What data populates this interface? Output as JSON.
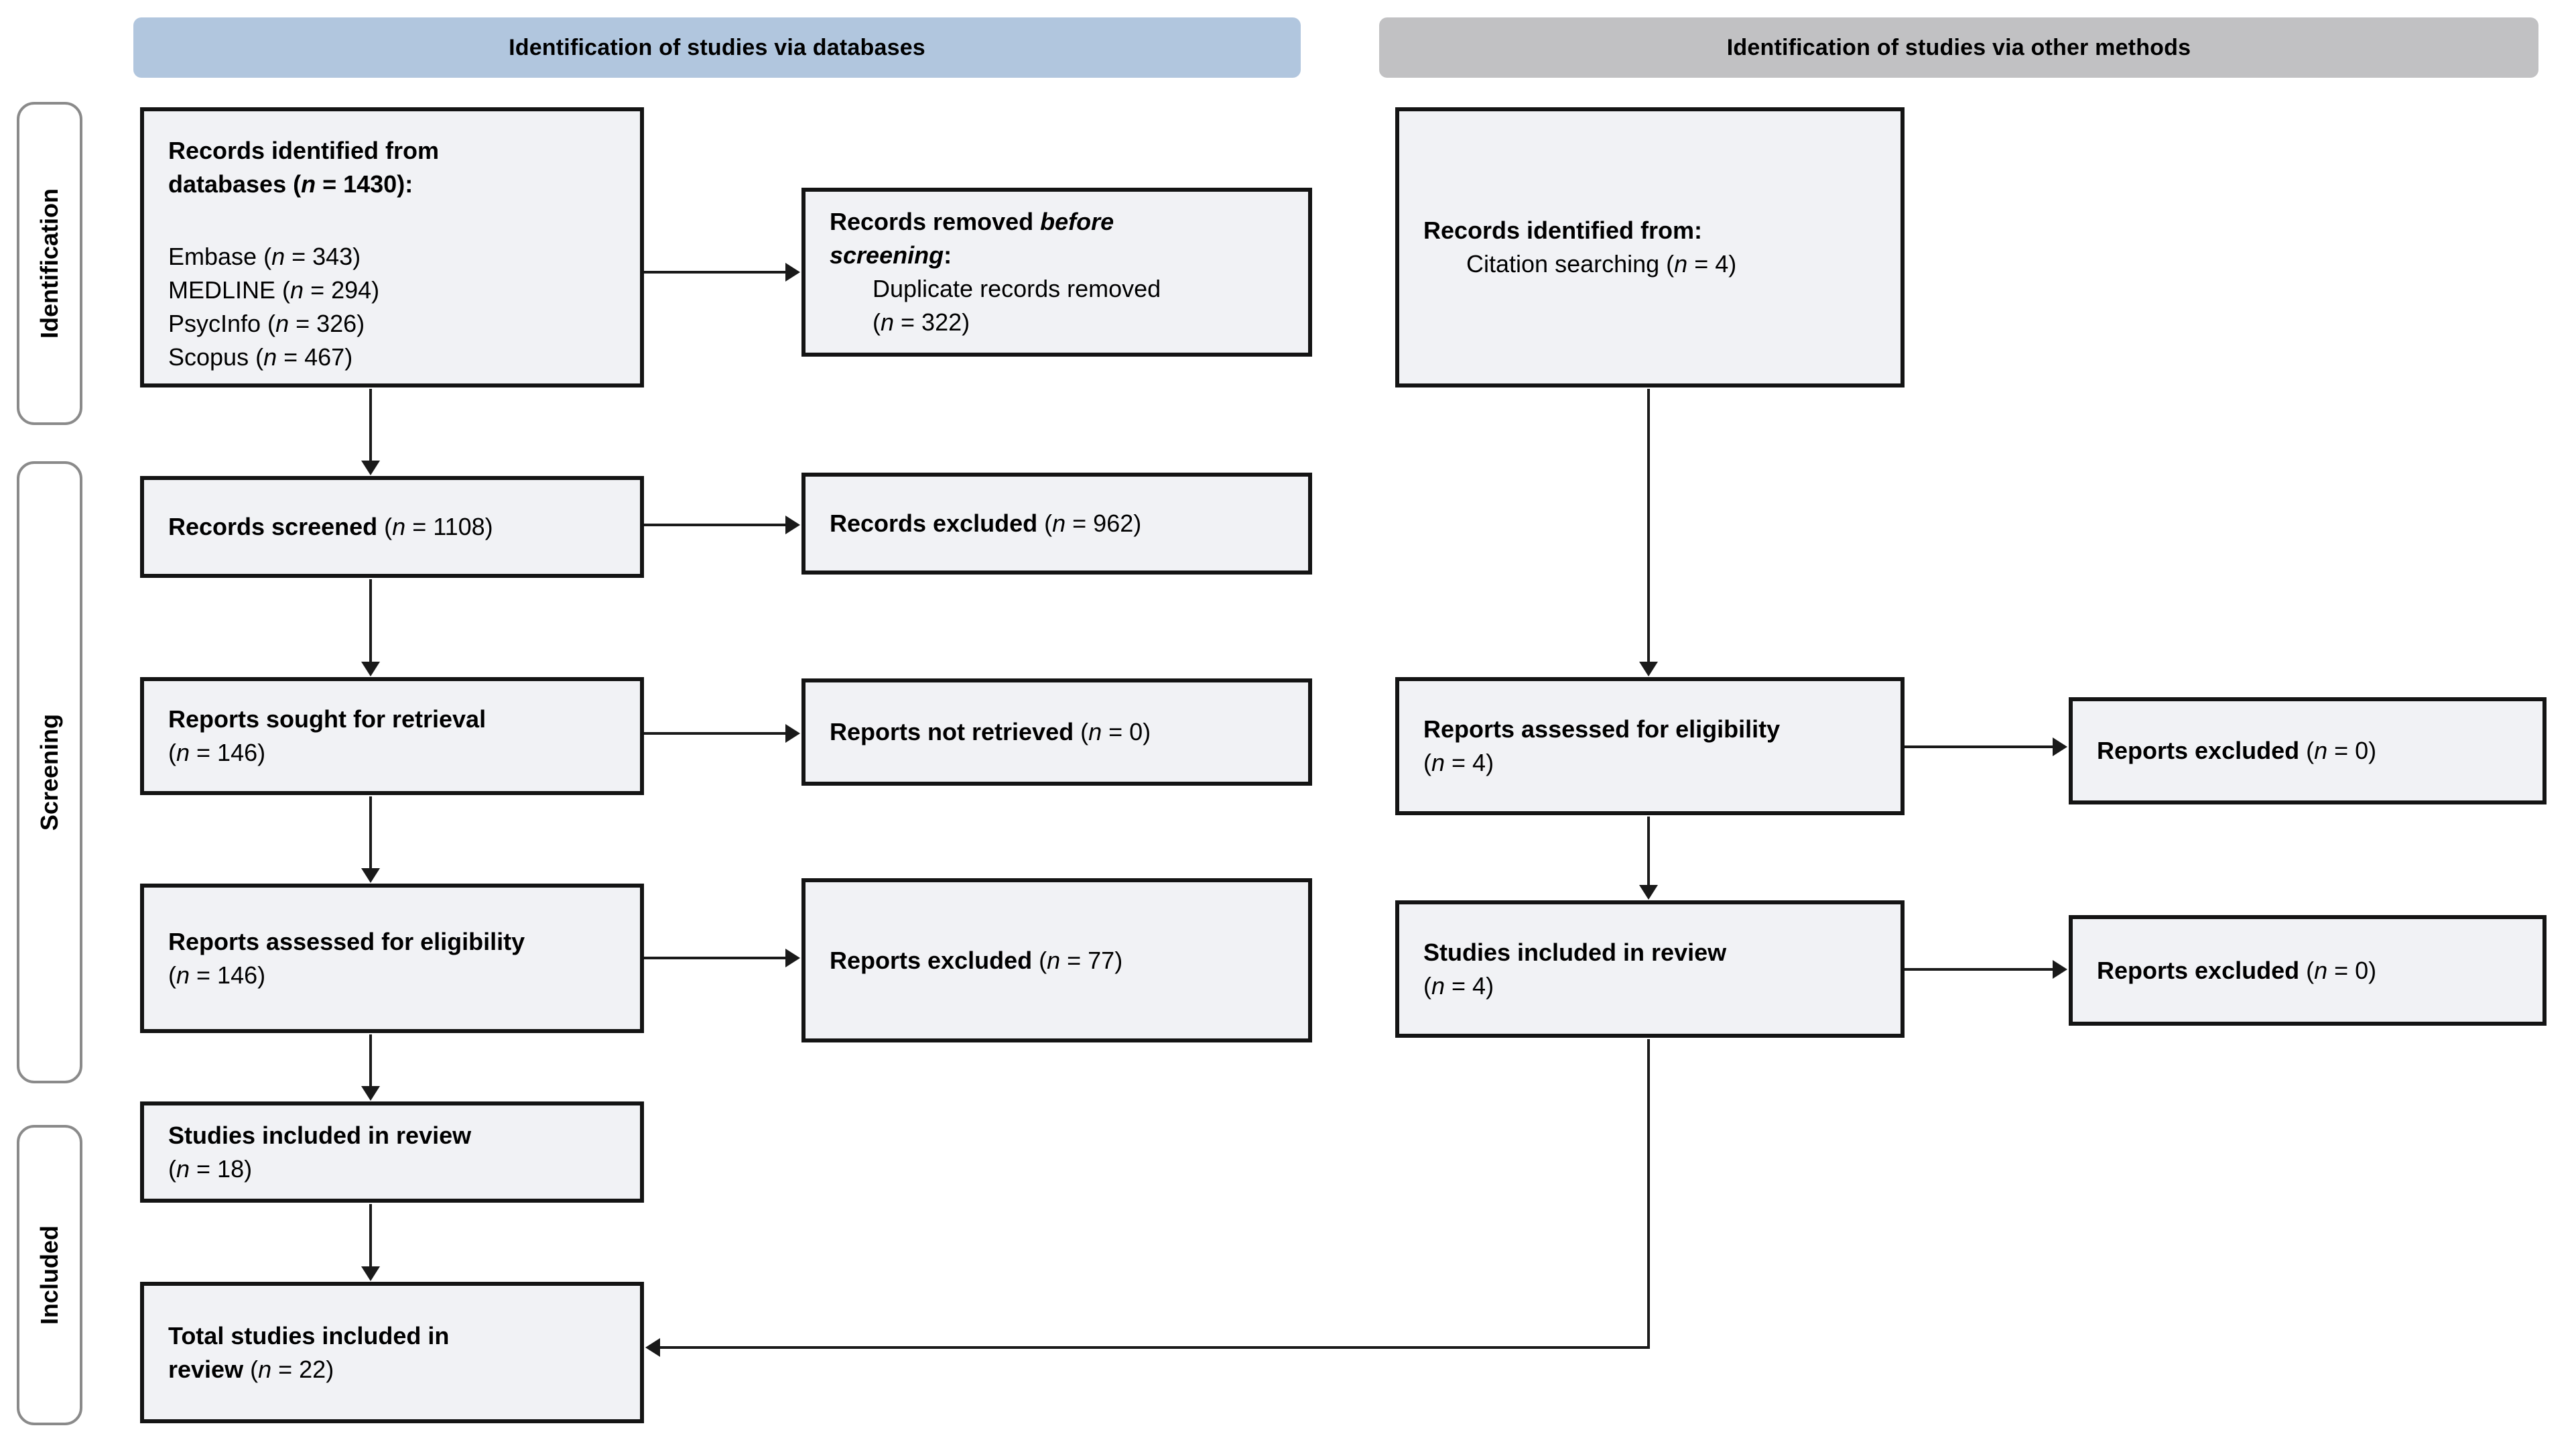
{
  "headers": {
    "databases": "Identification of studies via databases",
    "other_methods": "Identification of studies via other methods"
  },
  "stages": {
    "identification": "Identification",
    "screening": "Screening",
    "included": "Included"
  },
  "colors": {
    "header_databases_bg": "#b1c6de",
    "header_other_bg": "#c1c1c3",
    "box_fill": "#f1f2f5",
    "box_border": "#141414",
    "stage_box_border": "#8a8a8a",
    "arrow": "#1a1a1a",
    "text": "#000000",
    "page_bg": "#ffffff"
  },
  "boxes": {
    "db_identified": {
      "lines": [
        {
          "seg": [
            {
              "t": "Records identified from",
              "s": "b"
            }
          ]
        },
        {
          "seg": [
            {
              "t": "databases (",
              "s": "b"
            },
            {
              "t": "n",
              "s": "bi"
            },
            {
              "t": " = 1430):",
              "s": "b"
            }
          ]
        },
        {
          "gap": 1,
          "seg": [
            {
              "t": "Embase (",
              "s": "r"
            },
            {
              "t": "n",
              "s": "i"
            },
            {
              "t": " = 343)",
              "s": "r"
            }
          ]
        },
        {
          "seg": [
            {
              "t": "MEDLINE (",
              "s": "r"
            },
            {
              "t": "n",
              "s": "i"
            },
            {
              "t": " = 294)",
              "s": "r"
            }
          ]
        },
        {
          "seg": [
            {
              "t": "PsycInfo (",
              "s": "r"
            },
            {
              "t": "n",
              "s": "i"
            },
            {
              "t": " = 326)",
              "s": "r"
            }
          ]
        },
        {
          "seg": [
            {
              "t": "Scopus (",
              "s": "r"
            },
            {
              "t": "n",
              "s": "i"
            },
            {
              "t": " = 467)",
              "s": "r"
            }
          ]
        }
      ]
    },
    "removed_before_screening": {
      "lines": [
        {
          "seg": [
            {
              "t": "Records removed ",
              "s": "b"
            },
            {
              "t": "before",
              "s": "bi"
            }
          ]
        },
        {
          "seg": [
            {
              "t": "screening",
              "s": "bi"
            },
            {
              "t": ":",
              "s": "b"
            }
          ]
        },
        {
          "ind": 1,
          "seg": [
            {
              "t": "Duplicate records removed",
              "s": "r"
            }
          ]
        },
        {
          "ind": 1,
          "seg": [
            {
              "t": "(",
              "s": "r"
            },
            {
              "t": "n",
              "s": "i"
            },
            {
              "t": " = 322)",
              "s": "r"
            }
          ]
        }
      ]
    },
    "other_identified": {
      "lines": [
        {
          "seg": [
            {
              "t": "Records identified from:",
              "s": "b"
            }
          ]
        },
        {
          "ind": 1,
          "seg": [
            {
              "t": "Citation searching (",
              "s": "r"
            },
            {
              "t": "n",
              "s": "i"
            },
            {
              "t": " = 4)",
              "s": "r"
            }
          ]
        }
      ]
    },
    "records_screened": {
      "lines": [
        {
          "seg": [
            {
              "t": "Records screened ",
              "s": "b"
            },
            {
              "t": "(",
              "s": "r"
            },
            {
              "t": "n",
              "s": "i"
            },
            {
              "t": " = 1108)",
              "s": "r"
            }
          ]
        }
      ]
    },
    "records_excluded": {
      "lines": [
        {
          "seg": [
            {
              "t": "Records excluded ",
              "s": "b"
            },
            {
              "t": "(",
              "s": "r"
            },
            {
              "t": "n",
              "s": "i"
            },
            {
              "t": " = 962)",
              "s": "r"
            }
          ]
        }
      ]
    },
    "reports_sought": {
      "lines": [
        {
          "seg": [
            {
              "t": "Reports sought for retrieval",
              "s": "b"
            }
          ]
        },
        {
          "seg": [
            {
              "t": "(",
              "s": "r"
            },
            {
              "t": "n",
              "s": "i"
            },
            {
              "t": " = 146)",
              "s": "r"
            }
          ]
        }
      ]
    },
    "reports_not_retrieved": {
      "lines": [
        {
          "seg": [
            {
              "t": "Reports not retrieved ",
              "s": "b"
            },
            {
              "t": "(",
              "s": "r"
            },
            {
              "t": "n",
              "s": "i"
            },
            {
              "t": " = 0)",
              "s": "r"
            }
          ]
        }
      ]
    },
    "reports_assessed": {
      "lines": [
        {
          "seg": [
            {
              "t": "Reports assessed for eligibility",
              "s": "b"
            }
          ]
        },
        {
          "seg": [
            {
              "t": "(",
              "s": "r"
            },
            {
              "t": "n",
              "s": "i"
            },
            {
              "t": " = 146)",
              "s": "r"
            }
          ]
        }
      ]
    },
    "reports_excluded_77": {
      "lines": [
        {
          "seg": [
            {
              "t": "Reports excluded ",
              "s": "b"
            },
            {
              "t": "(",
              "s": "r"
            },
            {
              "t": "n",
              "s": "i"
            },
            {
              "t": " = 77)",
              "s": "r"
            }
          ]
        }
      ]
    },
    "other_assessed": {
      "lines": [
        {
          "seg": [
            {
              "t": "Reports assessed for eligibility",
              "s": "b"
            }
          ]
        },
        {
          "seg": [
            {
              "t": "(",
              "s": "r"
            },
            {
              "t": "n",
              "s": "i"
            },
            {
              "t": " = 4)",
              "s": "r"
            }
          ]
        }
      ]
    },
    "other_excluded_1": {
      "lines": [
        {
          "seg": [
            {
              "t": "Reports excluded ",
              "s": "b"
            },
            {
              "t": "(",
              "s": "r"
            },
            {
              "t": "n",
              "s": "i"
            },
            {
              "t": " = 0)",
              "s": "r"
            }
          ]
        }
      ]
    },
    "other_included": {
      "lines": [
        {
          "seg": [
            {
              "t": "Studies included in review",
              "s": "b"
            }
          ]
        },
        {
          "seg": [
            {
              "t": "(",
              "s": "r"
            },
            {
              "t": "n",
              "s": "i"
            },
            {
              "t": " = 4)",
              "s": "r"
            }
          ]
        }
      ]
    },
    "other_excluded_2": {
      "lines": [
        {
          "seg": [
            {
              "t": "Reports excluded ",
              "s": "b"
            },
            {
              "t": "(",
              "s": "r"
            },
            {
              "t": "n",
              "s": "i"
            },
            {
              "t": " = 0)",
              "s": "r"
            }
          ]
        }
      ]
    },
    "studies_included_18": {
      "lines": [
        {
          "seg": [
            {
              "t": "Studies included in review",
              "s": "b"
            }
          ]
        },
        {
          "seg": [
            {
              "t": "(",
              "s": "r"
            },
            {
              "t": "n",
              "s": "i"
            },
            {
              "t": " = 18)",
              "s": "r"
            }
          ]
        }
      ]
    },
    "total_included": {
      "lines": [
        {
          "seg": [
            {
              "t": "Total studies included in",
              "s": "b"
            }
          ]
        },
        {
          "seg": [
            {
              "t": "review ",
              "s": "b"
            },
            {
              "t": "(",
              "s": "r"
            },
            {
              "t": "n",
              "s": "i"
            },
            {
              "t": " = 22)",
              "s": "r"
            }
          ]
        }
      ]
    }
  }
}
